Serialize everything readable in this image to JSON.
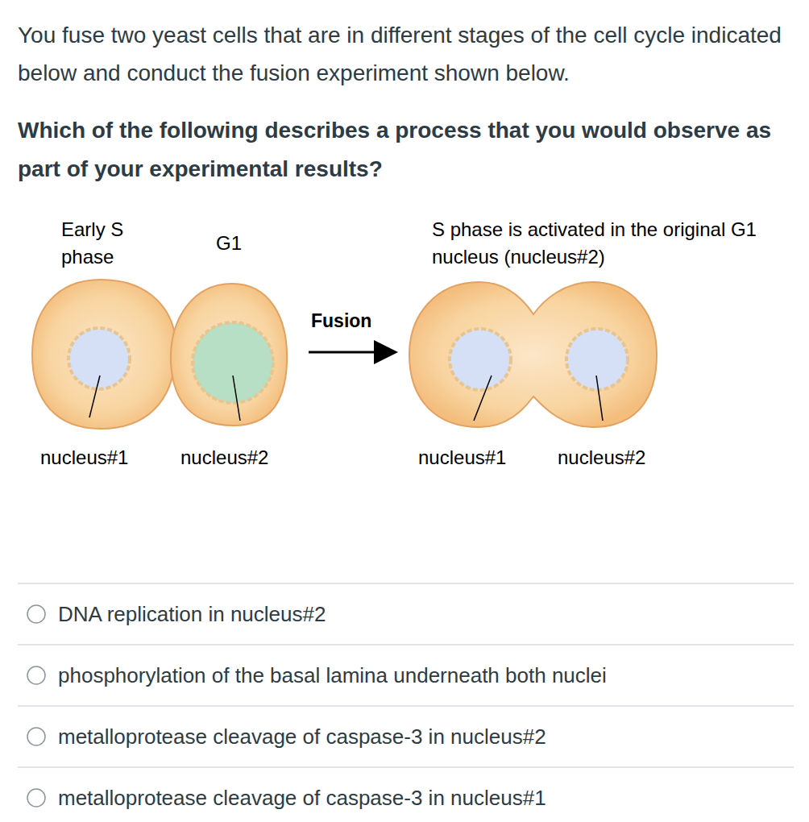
{
  "diagram": {
    "labels": [
      "You fuse two yeast cells that are in different stages of the cell cycle indicated below and conduct the fusion experiment shown below.",
      "Which of the following describes a process that you would observe as part of your experimental results?",
      "Early S phase",
      "G1",
      "Fusion",
      "S phase is activated in the original G1 nucleus (nucleus#2)",
      "nucleus#1",
      "nucleus#2",
      "nucleus#1",
      "nucleus#2",
      "DNA replication in nucleus#2",
      "phosphorylation of the basal lamina underneath both nuclei",
      "metalloprotease cleavage of caspase-3 in nucleus#2",
      "metalloprotease cleavage of caspase-3 in nucleus#1"
    ]
  }
}
